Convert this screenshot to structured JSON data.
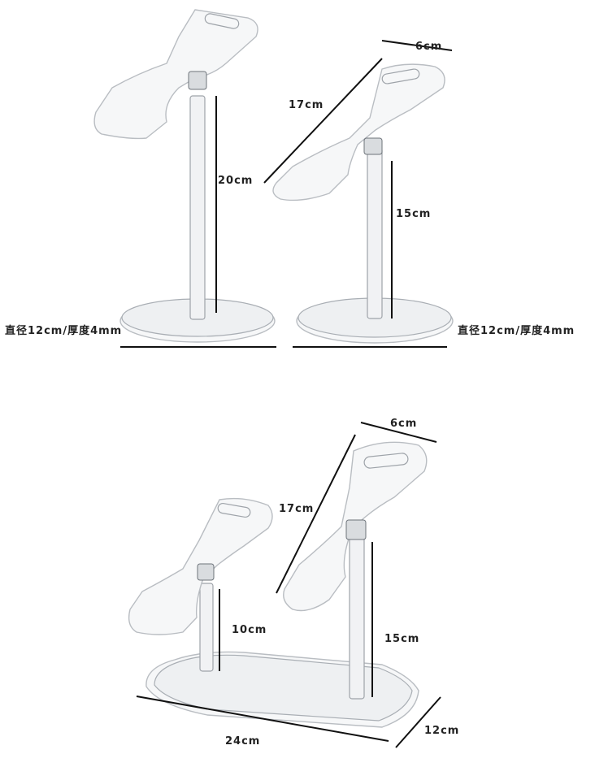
{
  "labels": {
    "s1_height": "20cm",
    "s1_base": "直径12cm/厚度4mm",
    "s2_width": "6cm",
    "s2_length": "17cm",
    "s2_height": "15cm",
    "s2_base": "直径12cm/厚度4mm",
    "d_width": "6cm",
    "d_length": "17cm",
    "d_short_height": "10cm",
    "d_tall_height": "15cm",
    "d_base_length": "24cm",
    "d_base_width": "12cm"
  }
}
